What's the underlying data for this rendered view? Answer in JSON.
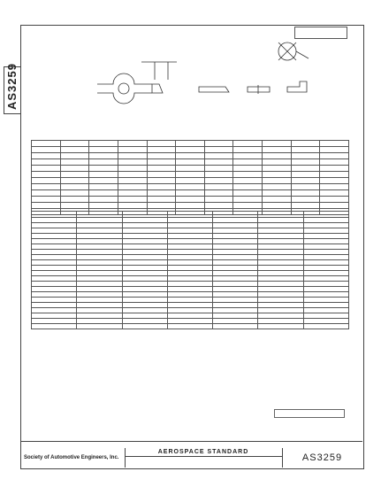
{
  "document": {
    "side_number": "AS3259",
    "rev_label": "",
    "vertical_note": "",
    "figure_labels": [
      "",
      "",
      "",
      "",
      "",
      "",
      ""
    ],
    "dim_table": {
      "rows": [
        [
          "",
          "",
          "",
          "",
          "",
          "",
          "",
          "",
          "",
          "",
          ""
        ],
        [
          "",
          "",
          "",
          "",
          "",
          "",
          "",
          "",
          "",
          "",
          ""
        ],
        [
          "",
          "",
          "",
          "",
          "",
          "",
          "",
          "",
          "",
          "",
          ""
        ],
        [
          "",
          "",
          "",
          "",
          "",
          "",
          "",
          "",
          "",
          "",
          ""
        ],
        [
          "",
          "",
          "",
          "",
          "",
          "",
          "",
          "",
          "",
          "",
          ""
        ],
        [
          "",
          "",
          "",
          "",
          "",
          "",
          "",
          "",
          "",
          "",
          ""
        ],
        [
          "",
          "",
          "",
          "",
          "",
          "",
          "",
          "",
          "",
          "",
          ""
        ],
        [
          "",
          "",
          "",
          "",
          "",
          "",
          "",
          "",
          "",
          "",
          ""
        ],
        [
          "",
          "",
          "",
          "",
          "",
          "",
          "",
          "",
          "",
          "",
          ""
        ],
        [
          "",
          "",
          "",
          "",
          "",
          "",
          "",
          "",
          "",
          "",
          ""
        ],
        [
          "",
          "",
          "",
          "",
          "",
          "",
          "",
          "",
          "",
          "",
          ""
        ],
        [
          "",
          "",
          "",
          "",
          "",
          "",
          "",
          "",
          "",
          "",
          ""
        ]
      ]
    },
    "part_table": {
      "header": [
        "",
        "",
        "",
        "",
        "",
        "",
        ""
      ],
      "rows": [
        [
          "",
          "",
          "",
          "",
          "",
          "",
          ""
        ],
        [
          "",
          "",
          "",
          "",
          "",
          "",
          ""
        ],
        [
          "",
          "",
          "",
          "",
          "",
          "",
          ""
        ],
        [
          "",
          "",
          "",
          "",
          "",
          "",
          ""
        ],
        [
          "",
          "",
          "",
          "",
          "",
          "",
          ""
        ],
        [
          "",
          "",
          "",
          "",
          "",
          "",
          ""
        ],
        [
          "",
          "",
          "",
          "",
          "",
          "",
          ""
        ],
        [
          "",
          "",
          "",
          "",
          "",
          "",
          ""
        ],
        [
          "",
          "",
          "",
          "",
          "",
          "",
          ""
        ],
        [
          "",
          "",
          "",
          "",
          "",
          "",
          ""
        ],
        [
          "",
          "",
          "",
          "",
          "",
          "",
          ""
        ],
        [
          "",
          "",
          "",
          "",
          "",
          "",
          ""
        ],
        [
          "",
          "",
          "",
          "",
          "",
          "",
          ""
        ],
        [
          "",
          "",
          "",
          "",
          "",
          "",
          ""
        ],
        [
          "",
          "",
          "",
          "",
          "",
          "",
          ""
        ],
        [
          "",
          "",
          "",
          "",
          "",
          "",
          ""
        ],
        [
          "",
          "",
          "",
          "",
          "",
          "",
          ""
        ],
        [
          "",
          "",
          "",
          "",
          "",
          "",
          ""
        ],
        [
          "",
          "",
          "",
          "",
          "",
          "",
          ""
        ],
        [
          "",
          "",
          "",
          "",
          "",
          "",
          ""
        ],
        [
          "",
          "",
          "",
          "",
          "",
          "",
          ""
        ]
      ]
    },
    "notes": [
      "",
      "",
      "",
      "",
      "",
      ""
    ],
    "title_block": {
      "authority_line": "",
      "society": "Society of Automotive Engineers, Inc.",
      "standard_label": "AEROSPACE STANDARD",
      "title": "",
      "number": "AS3259"
    },
    "stamp": "",
    "side_footer": "",
    "footer_left": "",
    "footer_center": "",
    "footer_right": ""
  }
}
